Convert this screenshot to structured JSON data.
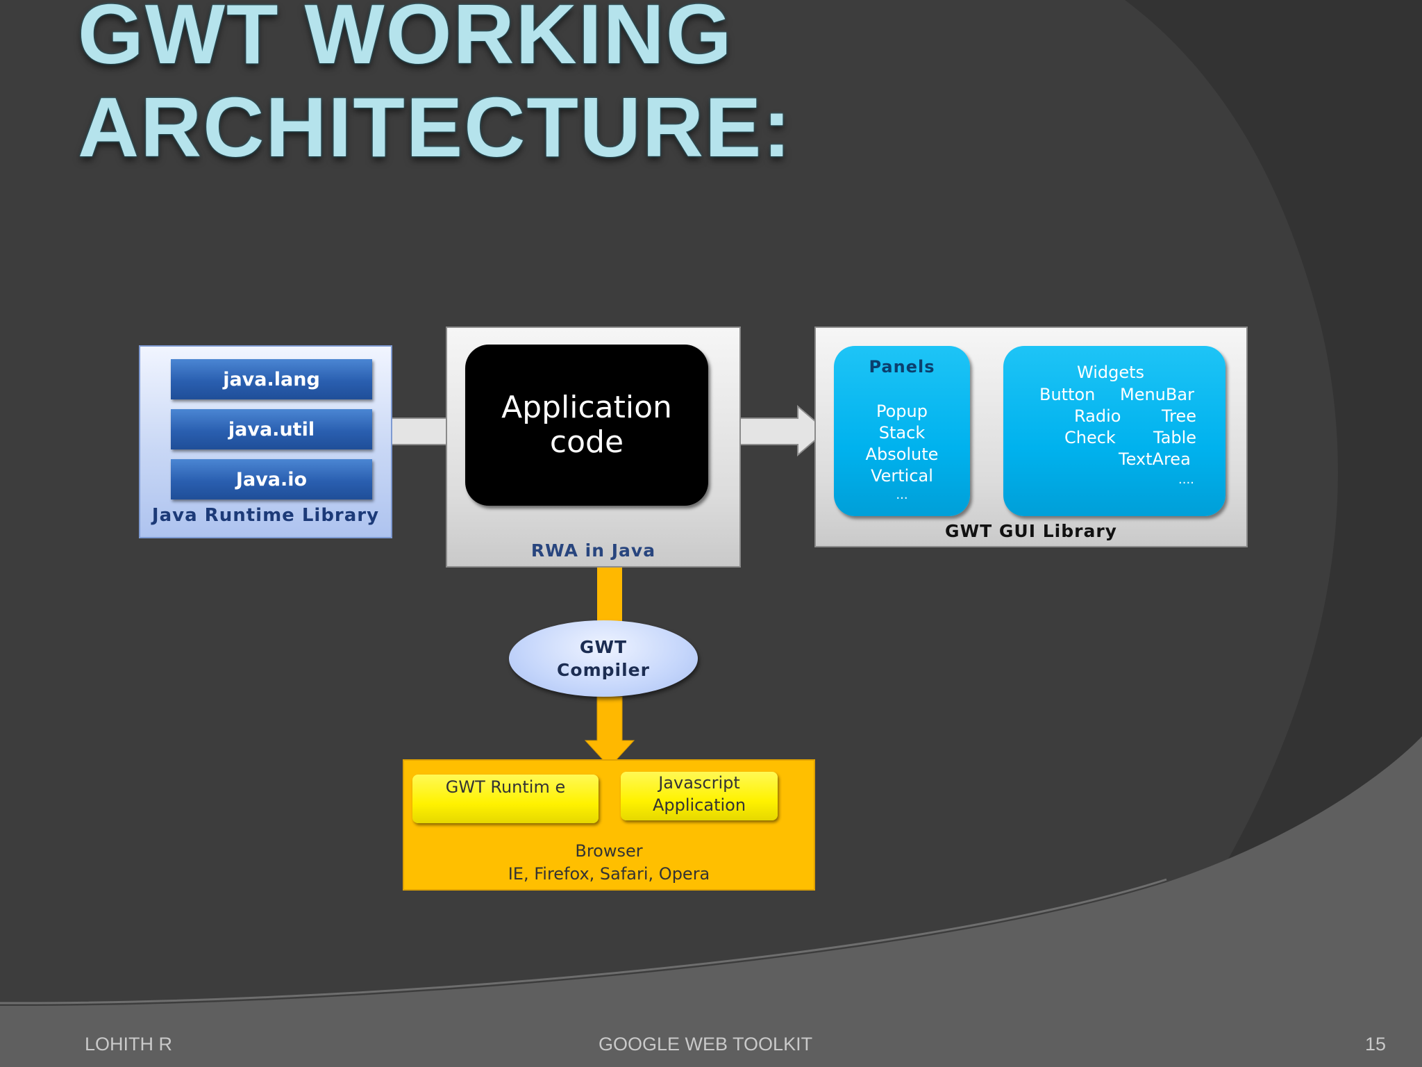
{
  "slide": {
    "title": "GWT WORKING\nARCHITECTURE:",
    "footer_left": "LOHITH  R",
    "footer_center": "GOOGLE WEB TOOLKIT",
    "page_number": "15"
  },
  "diagram": {
    "java_runtime": {
      "packages": [
        "java.lang",
        "java.util",
        "Java.io"
      ],
      "caption": "Java Runtime  Library"
    },
    "rwa": {
      "app_code": "Application\ncode",
      "caption": "RWA in Java"
    },
    "gui_library": {
      "panels": {
        "heading": "Panels",
        "items": [
          "Popup",
          "Stack",
          "Absolute",
          "Vertical",
          "..."
        ]
      },
      "widgets": {
        "heading": "Widgets",
        "items": [
          "Button",
          "MenuBar",
          "Radio",
          "Tree",
          "Check",
          "Table",
          "TextArea",
          "...."
        ]
      },
      "caption": "GWT GUI Library"
    },
    "compiler": "GWT\nCompiler",
    "browser": {
      "runtime": "GWT Runtim e",
      "js_app": "Javascript\nApplication",
      "caption": "Browser\nIE, Firefox, Safari, Opera"
    },
    "colors": {
      "background": "#3d3d3d",
      "title": "#b5e3ec",
      "package_blue": "#2a5fb0",
      "widget_blue": "#00b2ee",
      "browser_orange": "#ffbf00",
      "flow_arrow": "#ffb800"
    }
  }
}
